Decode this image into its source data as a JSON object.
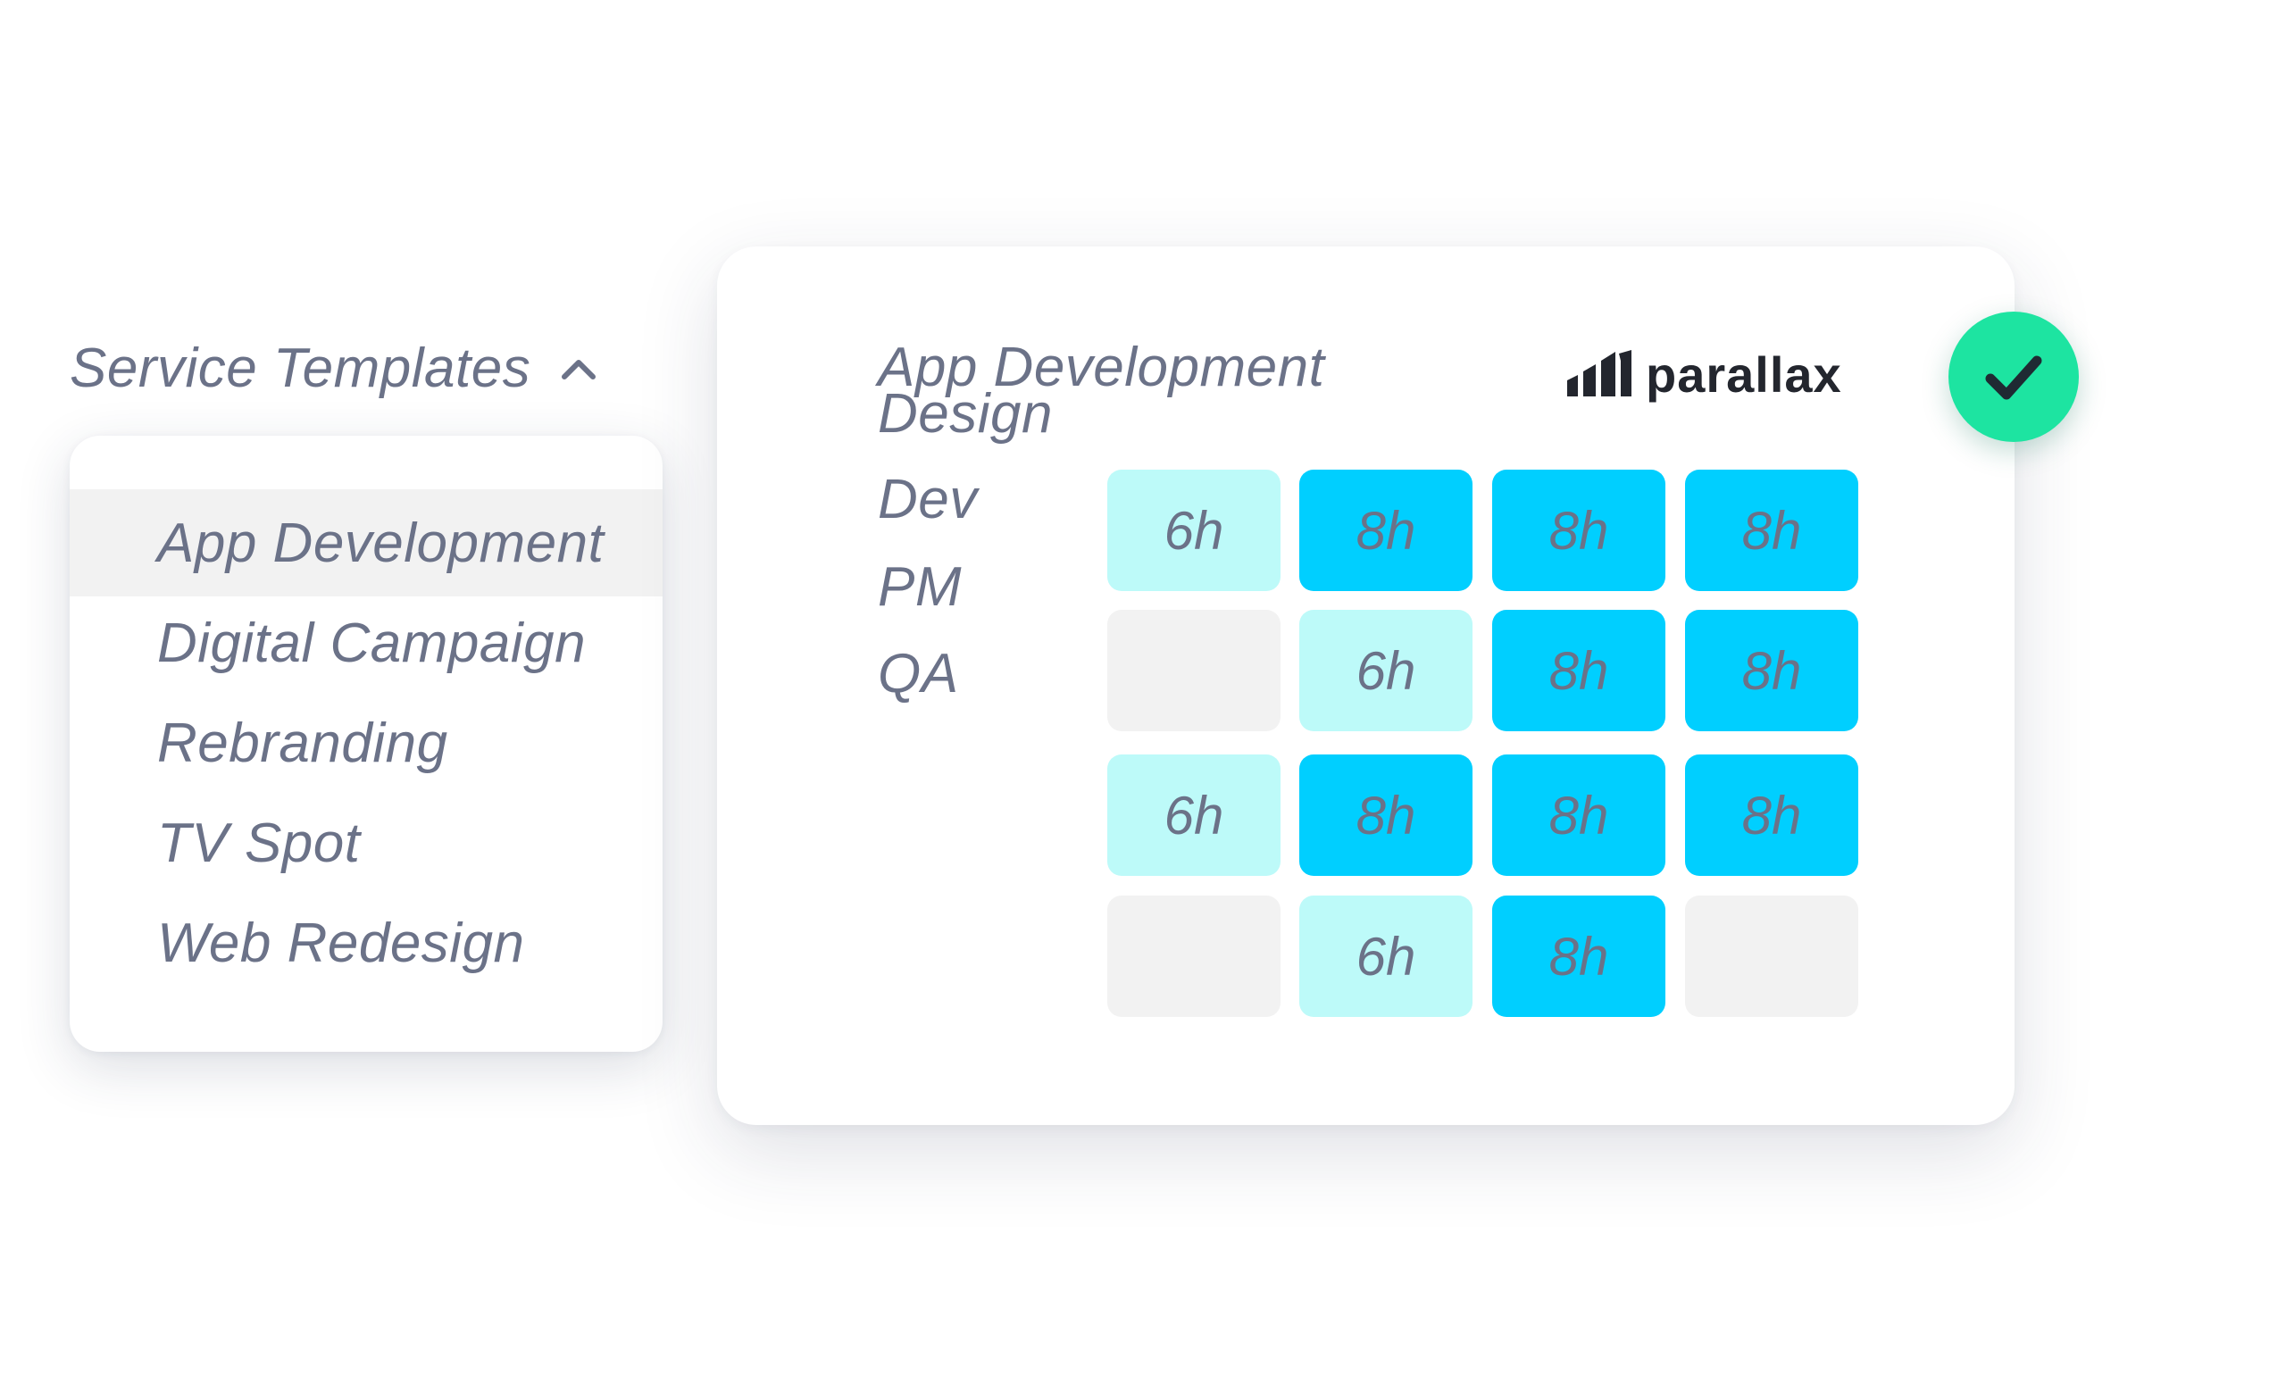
{
  "dropdown": {
    "title": "Service Templates",
    "expanded": true,
    "items": [
      {
        "label": "App Development",
        "selected": true
      },
      {
        "label": "Digital Campaign",
        "selected": false
      },
      {
        "label": "Rebranding",
        "selected": false
      },
      {
        "label": "TV Spot",
        "selected": false
      },
      {
        "label": "Web Redesign",
        "selected": false
      }
    ]
  },
  "card": {
    "title": "App Development",
    "brand": "parallax",
    "rows": [
      {
        "label": "Design",
        "cells": [
          "6h",
          "8h",
          "8h",
          "8h"
        ],
        "levels": [
          "light",
          "strong",
          "strong",
          "strong"
        ]
      },
      {
        "label": "Dev",
        "cells": [
          "",
          "6h",
          "8h",
          "8h"
        ],
        "levels": [
          "empty",
          "light",
          "strong",
          "strong"
        ]
      },
      {
        "label": "PM",
        "cells": [
          "6h",
          "8h",
          "8h",
          "8h"
        ],
        "levels": [
          "light",
          "strong",
          "strong",
          "strong"
        ]
      },
      {
        "label": "QA",
        "cells": [
          "",
          "6h",
          "8h",
          ""
        ],
        "levels": [
          "empty",
          "light",
          "strong",
          "empty"
        ]
      }
    ]
  },
  "colors": {
    "light_cell": "#bdfaf9",
    "strong_cell": "#00cfff",
    "empty_cell": "#f2f2f2",
    "text": "#6b7288",
    "confirm": "#1de4a1"
  },
  "icons": {
    "dropdown_toggle": "chevron-up-icon",
    "confirm": "check-icon",
    "brand": "parallax-logo-icon"
  }
}
